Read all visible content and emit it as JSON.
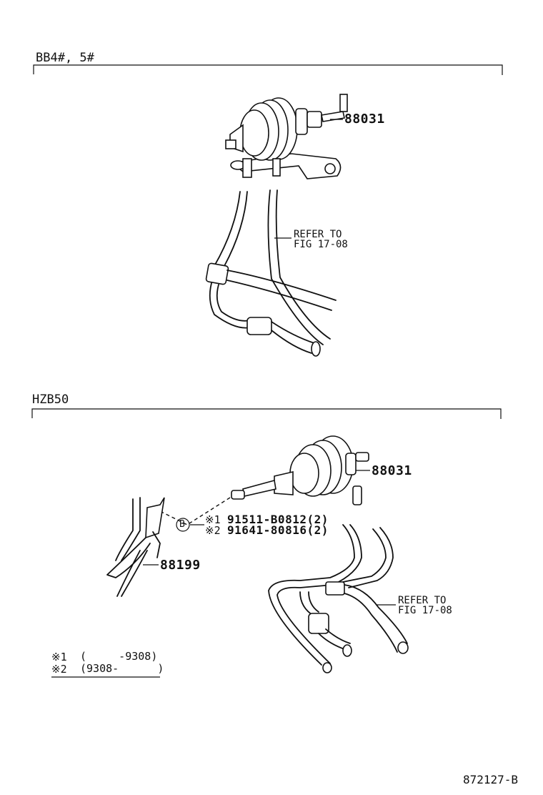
{
  "sections": [
    {
      "variant": "BB4#, 5#",
      "callouts": [
        {
          "part_no": "88031"
        }
      ],
      "refer_line1": "REFER TO",
      "refer_line2": "FIG 17-08"
    },
    {
      "variant": "HZB50",
      "callouts": [
        {
          "part_no": "88031"
        },
        {
          "part_no": "88199"
        }
      ],
      "bolt_marker": "B",
      "bolt_items": [
        {
          "mark": "※1",
          "part": "91511-B0812(2)"
        },
        {
          "mark": "※2",
          "part": "91641-80816(2)"
        }
      ],
      "refer_line1": "REFER TO",
      "refer_line2": "FIG 17-08"
    }
  ],
  "footnotes": [
    {
      "mark": "※1",
      "range": "(     -9308)"
    },
    {
      "mark": "※2",
      "range": "(9308-      )"
    }
  ],
  "figure_id": "872127-B"
}
